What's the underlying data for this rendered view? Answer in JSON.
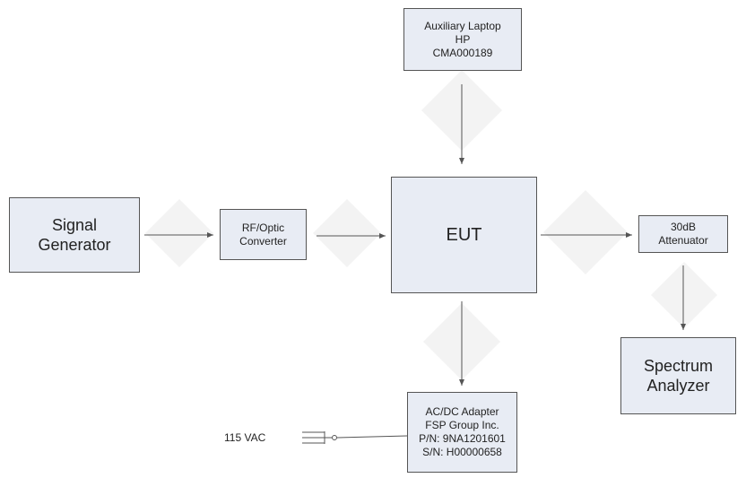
{
  "diagram": {
    "auxiliary_laptop": {
      "lines": [
        "Auxiliary Laptop",
        "HP",
        "CMA000189"
      ]
    },
    "signal_generator": {
      "lines": [
        "Signal",
        "Generator"
      ]
    },
    "rf_optic_converter": {
      "lines": [
        "RF/Optic",
        "Converter"
      ]
    },
    "eut": {
      "lines": [
        "EUT"
      ]
    },
    "attenuator": {
      "lines": [
        "30dB",
        "Attenuator"
      ]
    },
    "spectrum_analyzer": {
      "lines": [
        "Spectrum",
        "Analyzer"
      ]
    },
    "acdc_adapter": {
      "lines": [
        "AC/DC Adapter",
        "FSP Group Inc.",
        "P/N: 9NA1201601",
        "S/N: H00000658"
      ]
    },
    "power_input_label": "115 VAC",
    "colors": {
      "box_fill": "#e8ecf4",
      "box_border": "#555555",
      "connector": "#555555",
      "watermark": "#f3f3f3",
      "text": "#222222"
    }
  }
}
